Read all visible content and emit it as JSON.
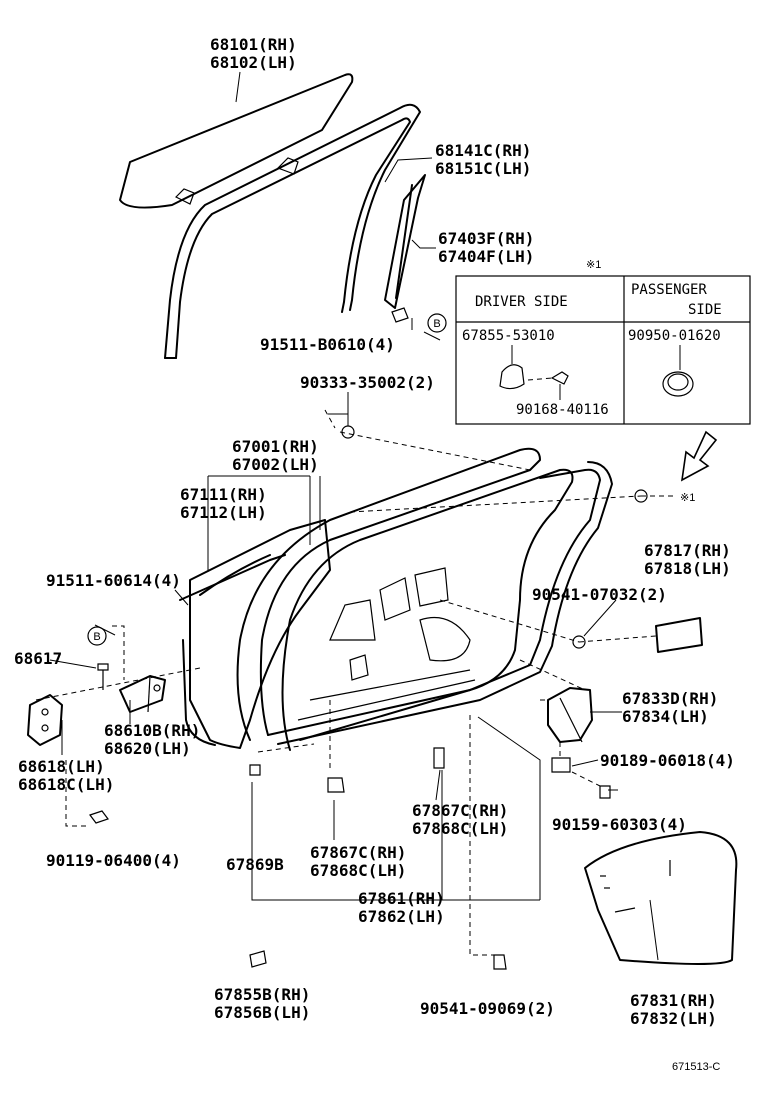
{
  "labels": {
    "glass_rh": "68101(RH)",
    "glass_lh": "68102(LH)",
    "run_rh": "68141C(RH)",
    "run_lh": "68151C(LH)",
    "pillar_rh": "67403F(RH)",
    "pillar_lh": "67404F(LH)",
    "screw_b": "91511-B0610(4)",
    "clip_90333": "90333-35002(2)",
    "door_rh": "67001(RH)",
    "door_lh": "67002(LH)",
    "panel_rh": "67111(RH)",
    "panel_lh": "67112(LH)",
    "screw_60614": "91511-60614(4)",
    "part_68617": "68617",
    "hinge_rh": "68610B(RH)",
    "hinge_lh": "68620(LH)",
    "hinge2_lh": "68618(LH)",
    "hinge2_c": "68618C(LH)",
    "bolt_06400": "90119-06400(4)",
    "part_67869b": "67869B",
    "wst_c_rh": "67867C(RH)",
    "wst_c_lh": "67868C(LH)",
    "wst_b_rh": "67867C(RH)",
    "wst_b_lh": "67868C(LH)",
    "weather_rh": "67861(RH)",
    "weather_lh": "67862(LH)",
    "seal_rh": "67855B(RH)",
    "seal_lh": "67856B(LH)",
    "clip_09069": "90541-09069(2)",
    "cover_rh": "67831(RH)",
    "cover_lh": "67832(LH)",
    "check_rh": "67833D(RH)",
    "check_lh": "67834(LH)",
    "bolt_06018": "90189-06018(4)",
    "bolt_60303": "90159-60303(4)",
    "plug_rh": "67817(RH)",
    "plug_lh": "67818(LH)",
    "clip_07032": "90541-07032(2)",
    "ref_note": "※1",
    "ref_arrow_note": "※1",
    "callout_b1": "B",
    "callout_b2": "B",
    "drawing_code": "671513-C"
  },
  "table": {
    "driver_header": "DRIVER SIDE",
    "passenger_header_1": "PASSENGER",
    "passenger_header_2": "SIDE",
    "driver_part": "67855-53010",
    "driver_screw": "90168-40116",
    "passenger_part": "90950-01620"
  }
}
